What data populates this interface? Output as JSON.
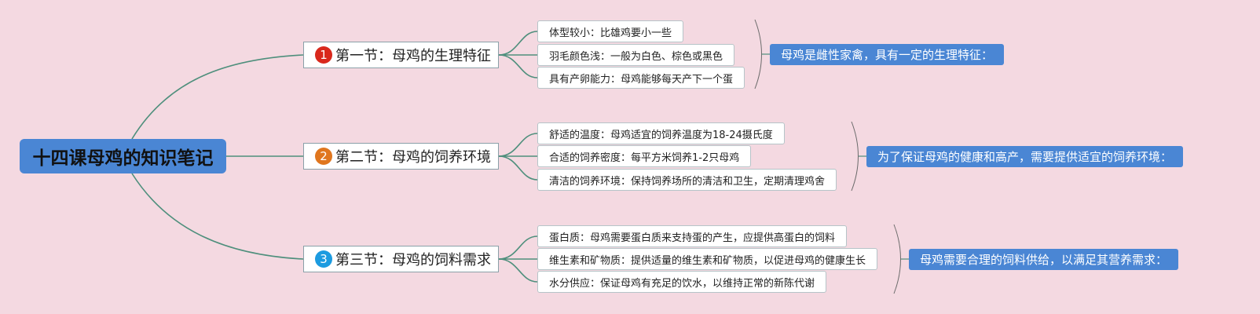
{
  "root": {
    "title": "十四课母鸡的知识笔记",
    "color": "#4a86d4"
  },
  "sections": [
    {
      "num": "1",
      "badge_color": "#d9281c",
      "title": "第一节：母鸡的生理特征",
      "items": [
        "体型较小：比雄鸡要小一些",
        "羽毛颜色浅：一般为白色、棕色或黑色",
        "具有产卵能力：母鸡能够每天产下一个蛋"
      ],
      "summary": "母鸡是雌性家禽，具有一定的生理特征："
    },
    {
      "num": "2",
      "badge_color": "#e0761e",
      "title": "第二节：母鸡的饲养环境",
      "items": [
        "舒适的温度：母鸡适宜的饲养温度为18-24摄氏度",
        "合适的饲养密度：每平方米饲养1-2只母鸡",
        "清洁的饲养环境：保持饲养场所的清洁和卫生，定期清理鸡舍"
      ],
      "summary": "为了保证母鸡的健康和高产，需要提供适宜的饲养环境："
    },
    {
      "num": "3",
      "badge_color": "#1c9be0",
      "title": "第三节：母鸡的饲料需求",
      "items": [
        "蛋白质：母鸡需要蛋白质来支持蛋的产生，应提供高蛋白的饲料",
        "维生素和矿物质：提供适量的维生素和矿物质，以促进母鸡的健康生长",
        "水分供应：保证母鸡有充足的饮水，以维持正常的新陈代谢"
      ],
      "summary": "母鸡需要合理的饲料供给，以满足其营养需求："
    }
  ],
  "colors": {
    "background": "#f4d9e1",
    "connector": "#4e8f7c",
    "summary": "#4a86d4"
  }
}
